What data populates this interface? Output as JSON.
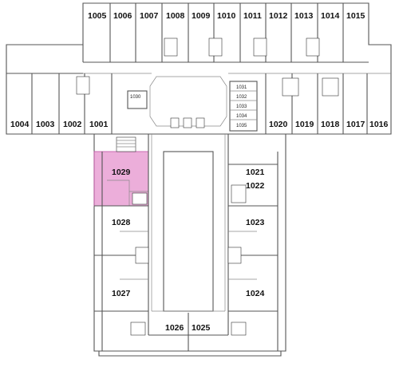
{
  "colors": {
    "highlight_fill": "#eaa6d6",
    "highlight_stroke": "#c35aa8",
    "wall": "#555555",
    "background": "#ffffff"
  },
  "rooms": {
    "r1001": "1001",
    "r1002": "1002",
    "r1003": "1003",
    "r1004": "1004",
    "r1005": "1005",
    "r1006": "1006",
    "r1007": "1007",
    "r1008": "1008",
    "r1009": "1009",
    "r1010": "1010",
    "r1011": "1011",
    "r1012": "1012",
    "r1013": "1013",
    "r1014": "1014",
    "r1015": "1015",
    "r1016": "1016",
    "r1017": "1017",
    "r1018": "1018",
    "r1019": "1019",
    "r1020": "1020",
    "r1021": "1021",
    "r1022": "1022",
    "r1023": "1023",
    "r1024": "1024",
    "r1025": "1025",
    "r1026": "1026",
    "r1027": "1027",
    "r1028": "1028",
    "r1029": "1029",
    "r1030": "1030",
    "r1031": "1031",
    "r1032": "1032",
    "r1033": "1033",
    "r1034": "1034",
    "r1035": "1035"
  },
  "highlighted_room": "1029"
}
